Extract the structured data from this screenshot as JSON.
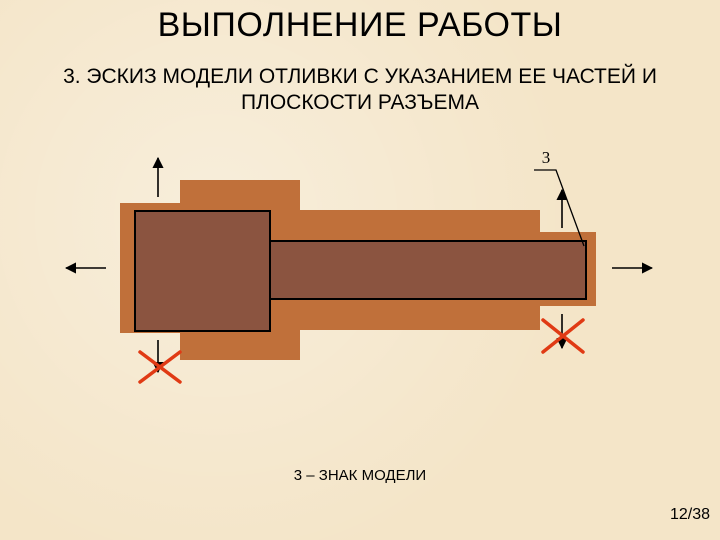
{
  "slide": {
    "title": "ВЫПОЛНЕНИЕ РАБОТЫ",
    "subtitle_line1": "3. ЭСКИЗ МОДЕЛИ ОТЛИВКИ С УКАЗАНИЕМ ЕЕ ЧАСТЕЙ И",
    "subtitle_line2": "ПЛОСКОСТИ РАЗЪЕМА",
    "callout_label": "3",
    "caption": "3 – ЗНАК МОДЕЛИ",
    "page_number": "12/38"
  },
  "colors": {
    "background": "#f4e5c8",
    "casting_outer": "#c0703a",
    "model_inner": "#8b5440",
    "outline": "#000000",
    "cross_mark": "#e03a14"
  },
  "icons": [
    "arrow-up-icon",
    "arrow-left-icon",
    "arrow-right-icon",
    "arrow-down-icon",
    "cross-mark-icon"
  ]
}
